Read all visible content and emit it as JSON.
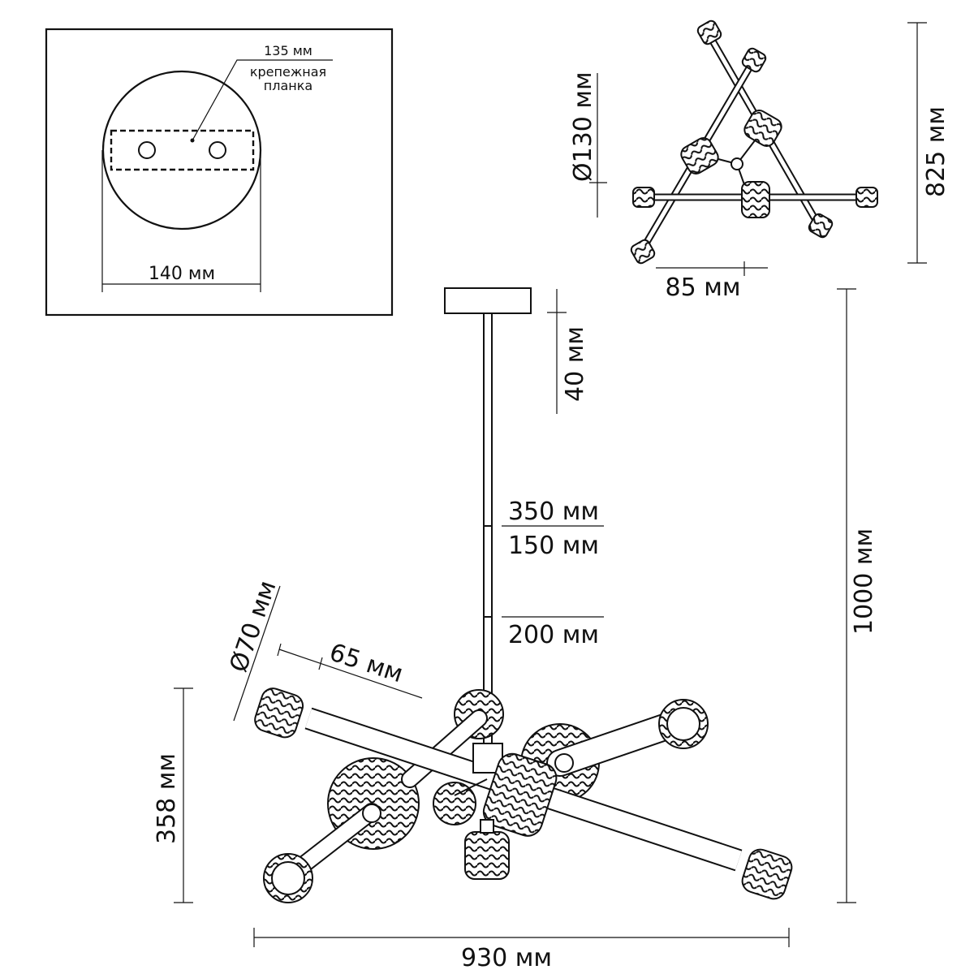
{
  "inset": {
    "plate_width": "135 мм",
    "plate_label_line1": "крепежная",
    "plate_label_line2": "планка",
    "canopy_diameter": "140 мм"
  },
  "top_view": {
    "shade_diameter": "Ø130 мм",
    "offset": "85 мм",
    "total_depth": "825 мм"
  },
  "front_view": {
    "canopy_height": "40 мм",
    "rod_top": "350 мм",
    "rod_middle": "150 мм",
    "rod_bottom": "200 мм",
    "total_height": "1000 мм",
    "shade_diameter": "Ø70 мм",
    "arm_offset": "65 мм",
    "body_height": "358 мм",
    "total_width": "930 мм"
  }
}
